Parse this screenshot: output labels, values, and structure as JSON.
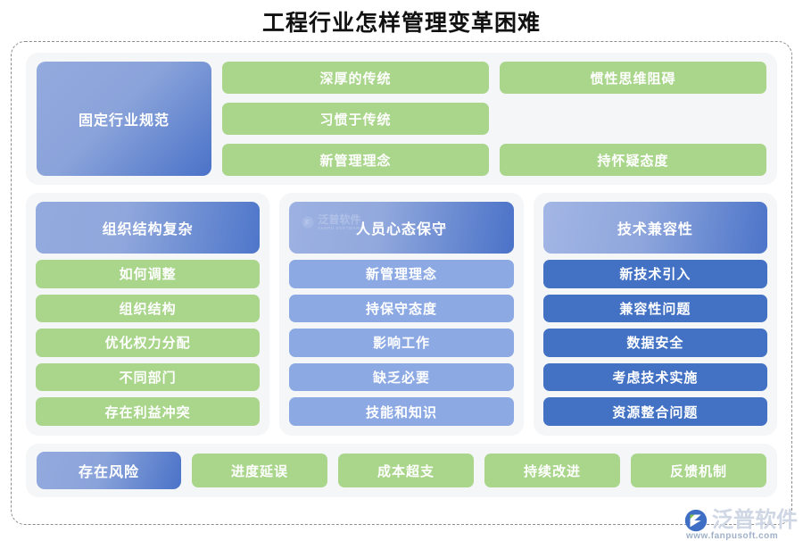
{
  "page": {
    "title": "工程行业怎样管理变革困难"
  },
  "top_section": {
    "hero_label": "固定行业规范",
    "chips": [
      "深厚的传统",
      "惯性思维阻碍",
      "习惯于传统",
      "新管理理念",
      "持怀疑态度"
    ]
  },
  "columns": [
    {
      "header": "组织结构复杂",
      "items": [
        "如何调整",
        "组织结构",
        "优化权力分配",
        "不同部门",
        "存在利益冲突"
      ],
      "item_style": "green"
    },
    {
      "header": "人员心态保守",
      "items": [
        "新管理理念",
        "持保守态度",
        "影响工作",
        "缺乏必要",
        "技能和知识"
      ],
      "item_style": "blue"
    },
    {
      "header": "技术兼容性",
      "items": [
        "新技术引入",
        "兼容性问题",
        "数据安全",
        "考虑技术实施",
        "资源整合问题"
      ],
      "item_style": "dblue"
    }
  ],
  "bottom_section": {
    "risk_label": "存在风险",
    "chips": [
      "进度延误",
      "成本超支",
      "持续改进",
      "反馈机制"
    ]
  },
  "watermarks": {
    "brand_cn": "泛普软件",
    "brand_en": "FANPU SOFTWARE",
    "site": "www.fanpusoft.com"
  },
  "colors": {
    "green": "#aad68c",
    "blue_light": "#8ca9e4",
    "blue_dark": "#4372c4",
    "gradient_start": "#93aade",
    "gradient_end": "#4a72c8",
    "panel_bg": "#f5f6f8",
    "frame_border": "#8d8d8d",
    "title_text": "#111111"
  }
}
